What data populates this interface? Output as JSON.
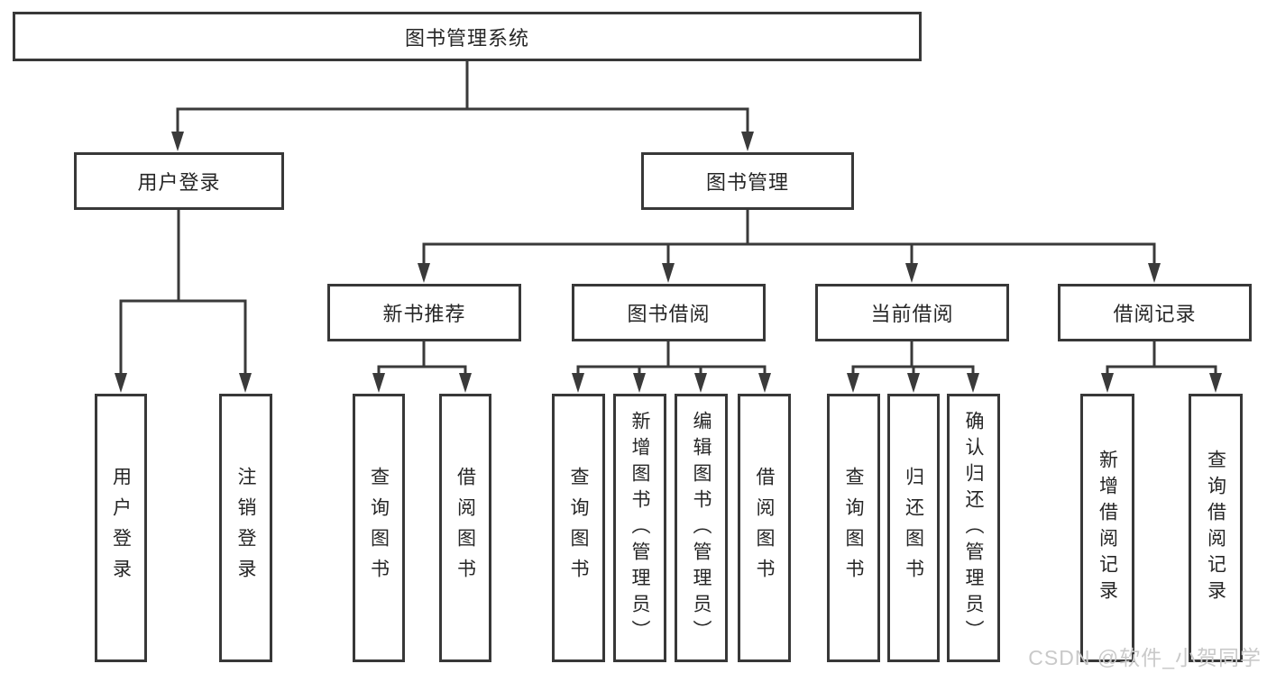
{
  "diagram": {
    "title": "图书管理系统",
    "nodes": {
      "root": "图书管理系统",
      "l2": [
        "用户登录",
        "图书管理"
      ],
      "l3": [
        "新书推荐",
        "图书借阅",
        "当前借阅",
        "借阅记录"
      ],
      "leaves": [
        "用户登录",
        "注销登录",
        "查询图书",
        "借阅图书",
        "查询图书",
        "新增图书（管理员）",
        "编辑图书（管理员）",
        "借阅图书",
        "查询图书",
        "归还图书",
        "确认归还（管理员）",
        "新增借阅记录",
        "查询借阅记录"
      ]
    },
    "hierarchy": {
      "图书管理系统": [
        "用户登录",
        "图书管理"
      ],
      "用户登录": [
        "用户登录",
        "注销登录"
      ],
      "图书管理": [
        "新书推荐",
        "图书借阅",
        "当前借阅",
        "借阅记录"
      ],
      "新书推荐": [
        "查询图书",
        "借阅图书"
      ],
      "图书借阅": [
        "查询图书",
        "新增图书（管理员）",
        "编辑图书（管理员）",
        "借阅图书"
      ],
      "当前借阅": [
        "查询图书",
        "归还图书",
        "确认归还（管理员）"
      ],
      "借阅记录": [
        "新增借阅记录",
        "查询借阅记录"
      ]
    },
    "watermark": "CSDN @软件_小贺同学",
    "colors": {
      "line": "#3a3a3a",
      "border": "#383838",
      "text": "#262626",
      "watermark_text": "#c9c9c9",
      "background": "#ffffff"
    }
  }
}
